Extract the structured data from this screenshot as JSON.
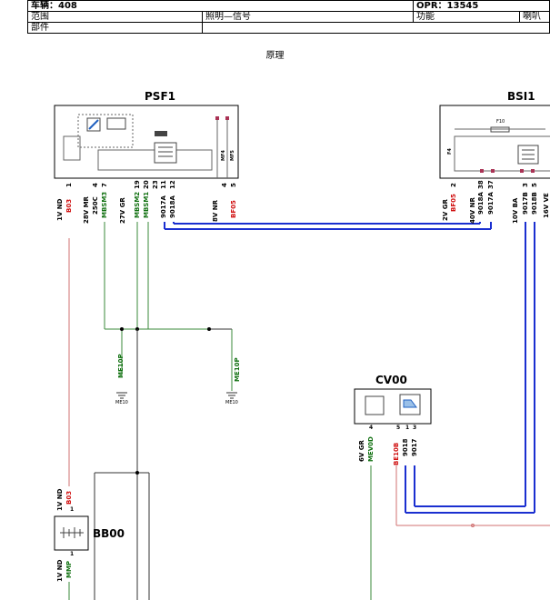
{
  "header": {
    "vehicle": "车辆：408",
    "opr": "OPR：13545",
    "scope_label": "范围",
    "scope_value": "照明—信号",
    "function_label": "功能",
    "function_value": "喇叭",
    "part_label": "部件",
    "section_title": "原理"
  },
  "components": {
    "psf1": "PSF1",
    "bsi1": "BSI1",
    "cv00": "CV00",
    "bb00": "BB00",
    "mf4": "MF4",
    "mf5": "MF5",
    "f10": "F10",
    "f4": "F4"
  },
  "pins": {
    "psf1_1vnd": "1V ND",
    "psf1_b03": "B03",
    "psf1_pin1": "1",
    "psf1_28vmr": "28V MR",
    "psf1_250c": "250C",
    "psf1_mbsm3": "MBSM3",
    "psf1_pin4": "4",
    "psf1_pin7": "7",
    "psf1_27vgr": "27V GR",
    "psf1_mbsm2": "MBSM2",
    "psf1_mbsm1": "MBSM1",
    "psf1_pin19": "19",
    "psf1_pin20": "20",
    "psf1_9017a": "9017A",
    "psf1_9018a": "9018A",
    "psf1_pin23": "23",
    "psf1_pin11": "11",
    "psf1_pin12": "12",
    "psf1_8vnr": "8V NR",
    "psf1_bf05": "BF05",
    "psf1_pin4b": "4",
    "psf1_pin5": "5",
    "bsi_2vgr": "2V GR",
    "bsi_bf05": "BF05",
    "bsi_pin2": "2",
    "bsi_40vnr": "40V NR",
    "bsi_9018a": "9018A",
    "bsi_9017a": "9017A",
    "bsi_pin38": "38",
    "bsi_pin37": "37",
    "bsi_10vba": "10V BA",
    "bsi_9017b": "9017B",
    "bsi_9018b": "9018B",
    "bsi_pin3": "3",
    "bsi_pin5": "5",
    "bsi_16vve": "16V VE",
    "me10p_1": "ME10P",
    "me10_1": "ME10",
    "me10p_2": "ME10P",
    "me10_2": "ME10",
    "cv_6vgr": "6V GR",
    "cv_mev0d": "MEV0D",
    "cv_pin4": "4",
    "cv_pin5": "5",
    "cv_pin1": "1",
    "cv_pin3": "3",
    "cv_be10b": "BE10B",
    "cv_9018": "9018",
    "cv_9017": "9017",
    "bb_1vnd_top": "1V ND",
    "bb_b03": "B03",
    "bb_pin1_top": "1",
    "bb_1vnd_bot": "1V ND",
    "bb_mmp": "MMP",
    "bb_pin1_bot": "1"
  },
  "colors": {
    "wire_red": "#d07070",
    "wire_green": "#3a8a3a",
    "wire_blue": "#1a2fd0",
    "wire_black": "#333333",
    "label_red": "#d01010",
    "label_green": "#107010"
  }
}
